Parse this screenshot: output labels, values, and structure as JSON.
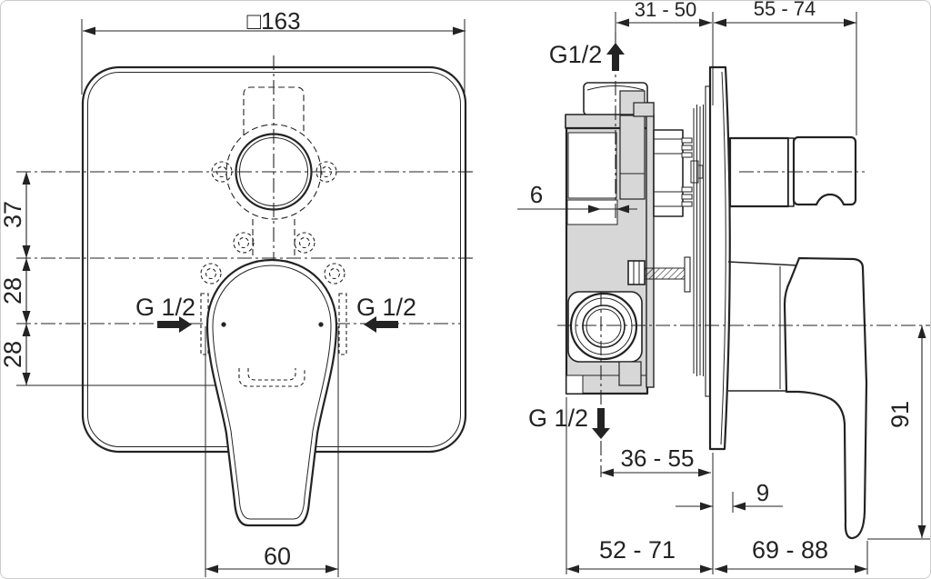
{
  "front_view": {
    "width_dim": "□163",
    "offset_top": "37",
    "offset_mid": "28",
    "offset_bottom": "28",
    "handle_width": "60",
    "inlet_left": "G 1/2",
    "inlet_right": "G 1/2"
  },
  "side_view": {
    "depth_range_body": "31 - 50",
    "depth_range_trim": "55 - 74",
    "outlet_top_thread": "G1/2",
    "axis_offset": "6",
    "outlet_bottom_thread": "G 1/2",
    "depth_range_outlet": "36 - 55",
    "plate_protrusion": "9",
    "depth_range_back": "52 - 71",
    "depth_range_front": "69 - 88",
    "handle_height": "91"
  },
  "colors": {
    "line": "#232323",
    "body_fill": "#d7d7d7",
    "background": "#ffffff",
    "frame": "#cccccc"
  }
}
